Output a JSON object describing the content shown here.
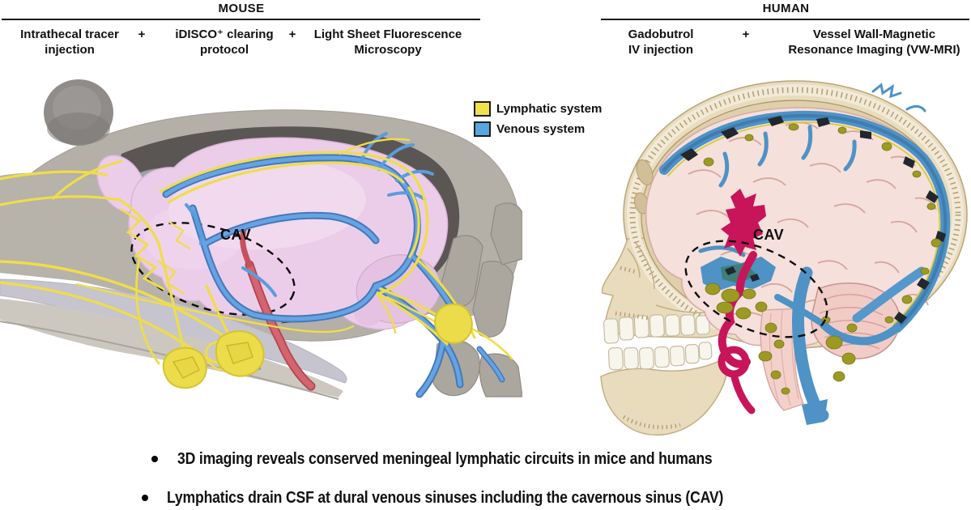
{
  "mouse_panel": {
    "title": "MOUSE",
    "step1": "Intrathecal tracer\ninjection",
    "plus1": "+",
    "step2": "iDISCO⁺ clearing\nprotocol",
    "plus2": "+",
    "step3": "Light Sheet Fluorescence\nMicroscopy",
    "cav_label": "CAV"
  },
  "human_panel": {
    "title": "HUMAN",
    "step1": "Gadobutrol\nIV injection",
    "plus1": "+",
    "step2": "Vessel Wall-Magnetic\nResonance Imaging (VW-MRI)",
    "cav_label": "CAV"
  },
  "legend": {
    "items": [
      {
        "label": "Lymphatic system",
        "color": "#F2E14C",
        "border": "#1a1a1a"
      },
      {
        "label": "Venous system",
        "color": "#56A7E1",
        "border": "#1a1a1a"
      }
    ]
  },
  "key_points": [
    "3D imaging reveals conserved meningeal lymphatic circuits in mice and humans",
    "Lymphatics drain CSF at dural venous sinuses including the cavernous sinus (CAV)"
  ],
  "colors": {
    "lymphatic_yellow": "#F2E14C",
    "venous_blue": "#56A7E1",
    "artery_red_mouse": "#CB5560",
    "artery_crimson_human": "#C8155A",
    "mouse_brain_pink": "#ECCDE9",
    "human_brain_pink": "#F5E0DB",
    "bone_tan": "#E9DCBD",
    "lymph_olive": "#9C9A22"
  }
}
